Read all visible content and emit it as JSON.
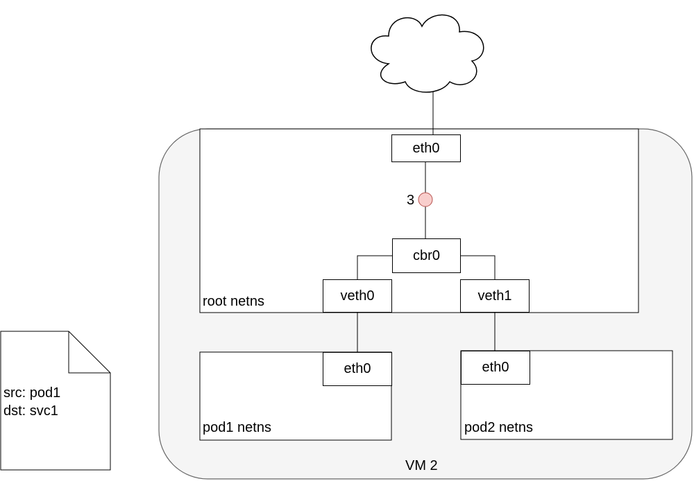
{
  "vm": {
    "label": "VM 2"
  },
  "namespaces": {
    "root": "root netns",
    "pod1": "pod1 netns",
    "pod2": "pod2 netns"
  },
  "interfaces": {
    "root_eth0": "eth0",
    "cbr0": "cbr0",
    "veth0": "veth0",
    "veth1": "veth1",
    "pod1_eth0": "eth0",
    "pod2_eth0": "eth0"
  },
  "step": {
    "number": "3",
    "color": "#f8cecc",
    "stroke": "#b85450"
  },
  "packet": {
    "src": "src: pod1",
    "dst": "dst: svc1"
  },
  "colors": {
    "vm_fill": "#f5f5f5",
    "vm_stroke": "#666666",
    "line": "#000000"
  }
}
